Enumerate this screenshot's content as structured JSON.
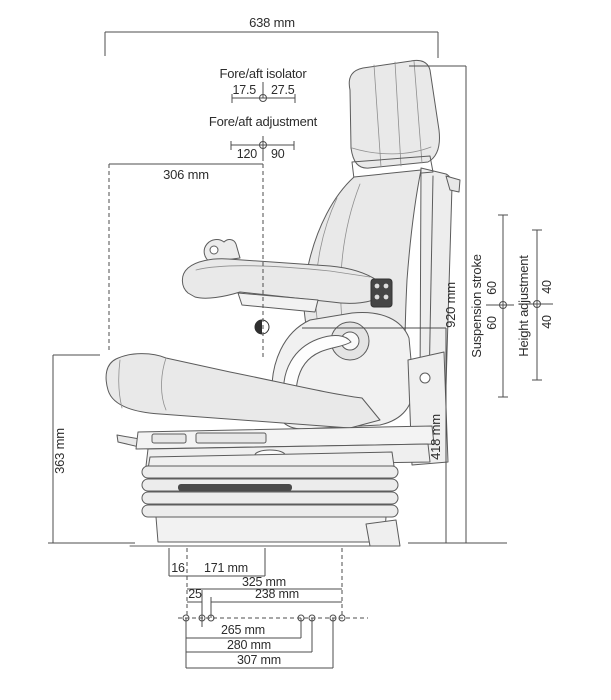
{
  "figure": {
    "type": "seat-dimension-side-view-diagram",
    "units": "mm"
  },
  "colors": {
    "background": "#ffffff",
    "drawing_line": "#5c5c5c",
    "dimension_line": "#4d4d4d",
    "text": "#2d2d2d",
    "cushion_fill": "#e9e9e9",
    "mechanism_fill": "#f2f2f2",
    "dark_part": "#454545"
  },
  "dims": {
    "overall_width": "638 mm",
    "isolator_label": "Fore/aft isolator",
    "isolator_left": "17.5",
    "isolator_right": "27.5",
    "adjustment_label": "Fore/aft adjustment",
    "adjustment_left": "120",
    "adjustment_right": "90",
    "cushion_depth": "306 mm",
    "overall_height": "920 mm",
    "suspension_label": "Suspension stroke",
    "suspension_up": "60",
    "suspension_down": "60",
    "height_adj_label": "Height adjustment",
    "height_adj_up": "40",
    "height_adj_down": "40",
    "base_to_cushion_height": "418 mm",
    "cushion_front_height": "363 mm",
    "rail_offset": "16",
    "rail_length": "171 mm",
    "mount_325": "325 mm",
    "mount_25": "25",
    "mount_238": "238 mm",
    "mount_265": "265 mm",
    "mount_280": "280 mm",
    "mount_307": "307 mm"
  }
}
